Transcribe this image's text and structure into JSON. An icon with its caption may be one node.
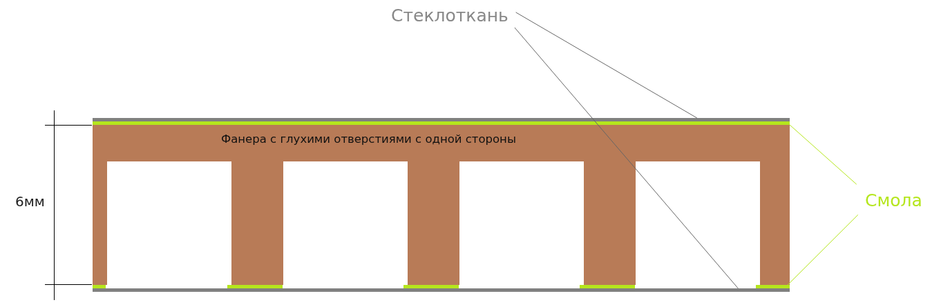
{
  "diagram": {
    "nodes": [
      {
        "text": [
          "Стеклоткань"
        ]
      },
      {
        "text": [],
        "shape": "bar"
      },
      {
        "text": [],
        "shape": "bar"
      },
      {
        "text": [
          "Фанера с глухими отверстиями с одной стороны"
        ]
      },
      {
        "text": [
          "Смола"
        ]
      },
      {
        "text": [],
        "shape": "bar"
      },
      {
        "text": [],
        "shape": "bar"
      }
    ],
    "edges": [
      {
        "from": 0,
        "to": 1,
        "arrow": "none"
      },
      {
        "from": 0,
        "to": 6,
        "arrow": "none"
      },
      {
        "from": 4,
        "to": 2,
        "arrow": "none",
        "color": "#b5e61d"
      },
      {
        "from": 4,
        "to": 5,
        "arrow": "none",
        "color": "#b5e61d"
      }
    ],
    "labels": [
      "6мм"
    ]
  }
}
